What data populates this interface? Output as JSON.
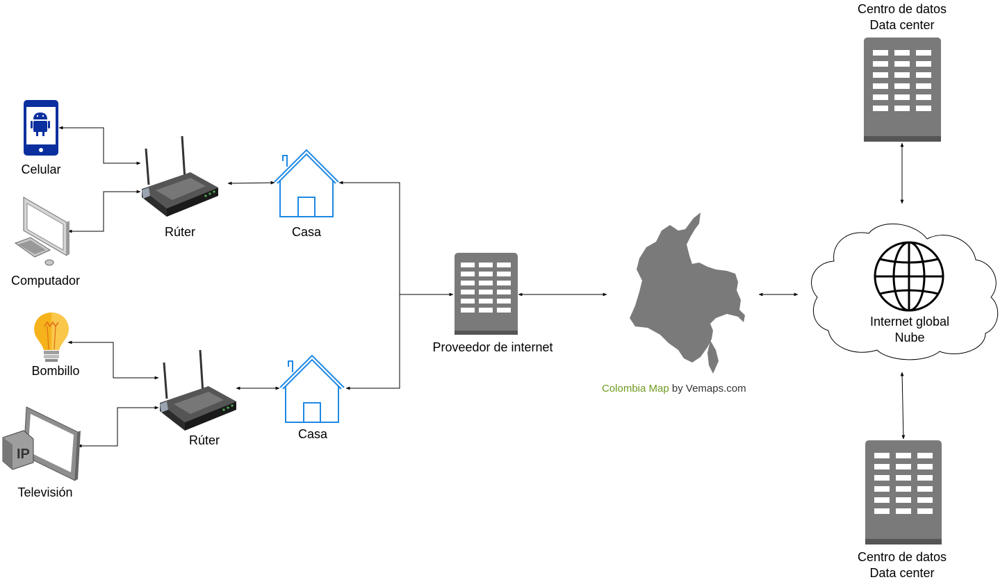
{
  "devices": {
    "phone": "Celular",
    "computer": "Computador",
    "bulb": "Bombillo",
    "tv": "Televisión"
  },
  "routers": {
    "top": "Rúter",
    "bottom": "Rúter"
  },
  "houses": {
    "top": "Casa",
    "bottom": "Casa"
  },
  "isp": {
    "label": "Proveedor de internet"
  },
  "map": {
    "link": "Colombia Map",
    "credit": " by Vemaps.com",
    "link_color": "#6f9a1f"
  },
  "cloud": {
    "line1": "Internet global",
    "line2": "Nube"
  },
  "datacenters": {
    "top": {
      "line1": "Centro de datos",
      "line2": "Data center"
    },
    "bottom": {
      "line1": "Centro de datos",
      "line2": "Data center"
    }
  },
  "colors": {
    "server": "#7a7a7a",
    "house": "#1e88e5",
    "phone": "#0b2f9e",
    "bulb": "#f5b21b"
  },
  "icons": [
    "android-phone-icon",
    "desktop-computer-icon",
    "light-bulb-icon",
    "ip-tv-icon",
    "wireless-router-icon",
    "house-icon",
    "server-building-icon",
    "colombia-map-icon",
    "cloud-icon",
    "globe-icon"
  ]
}
